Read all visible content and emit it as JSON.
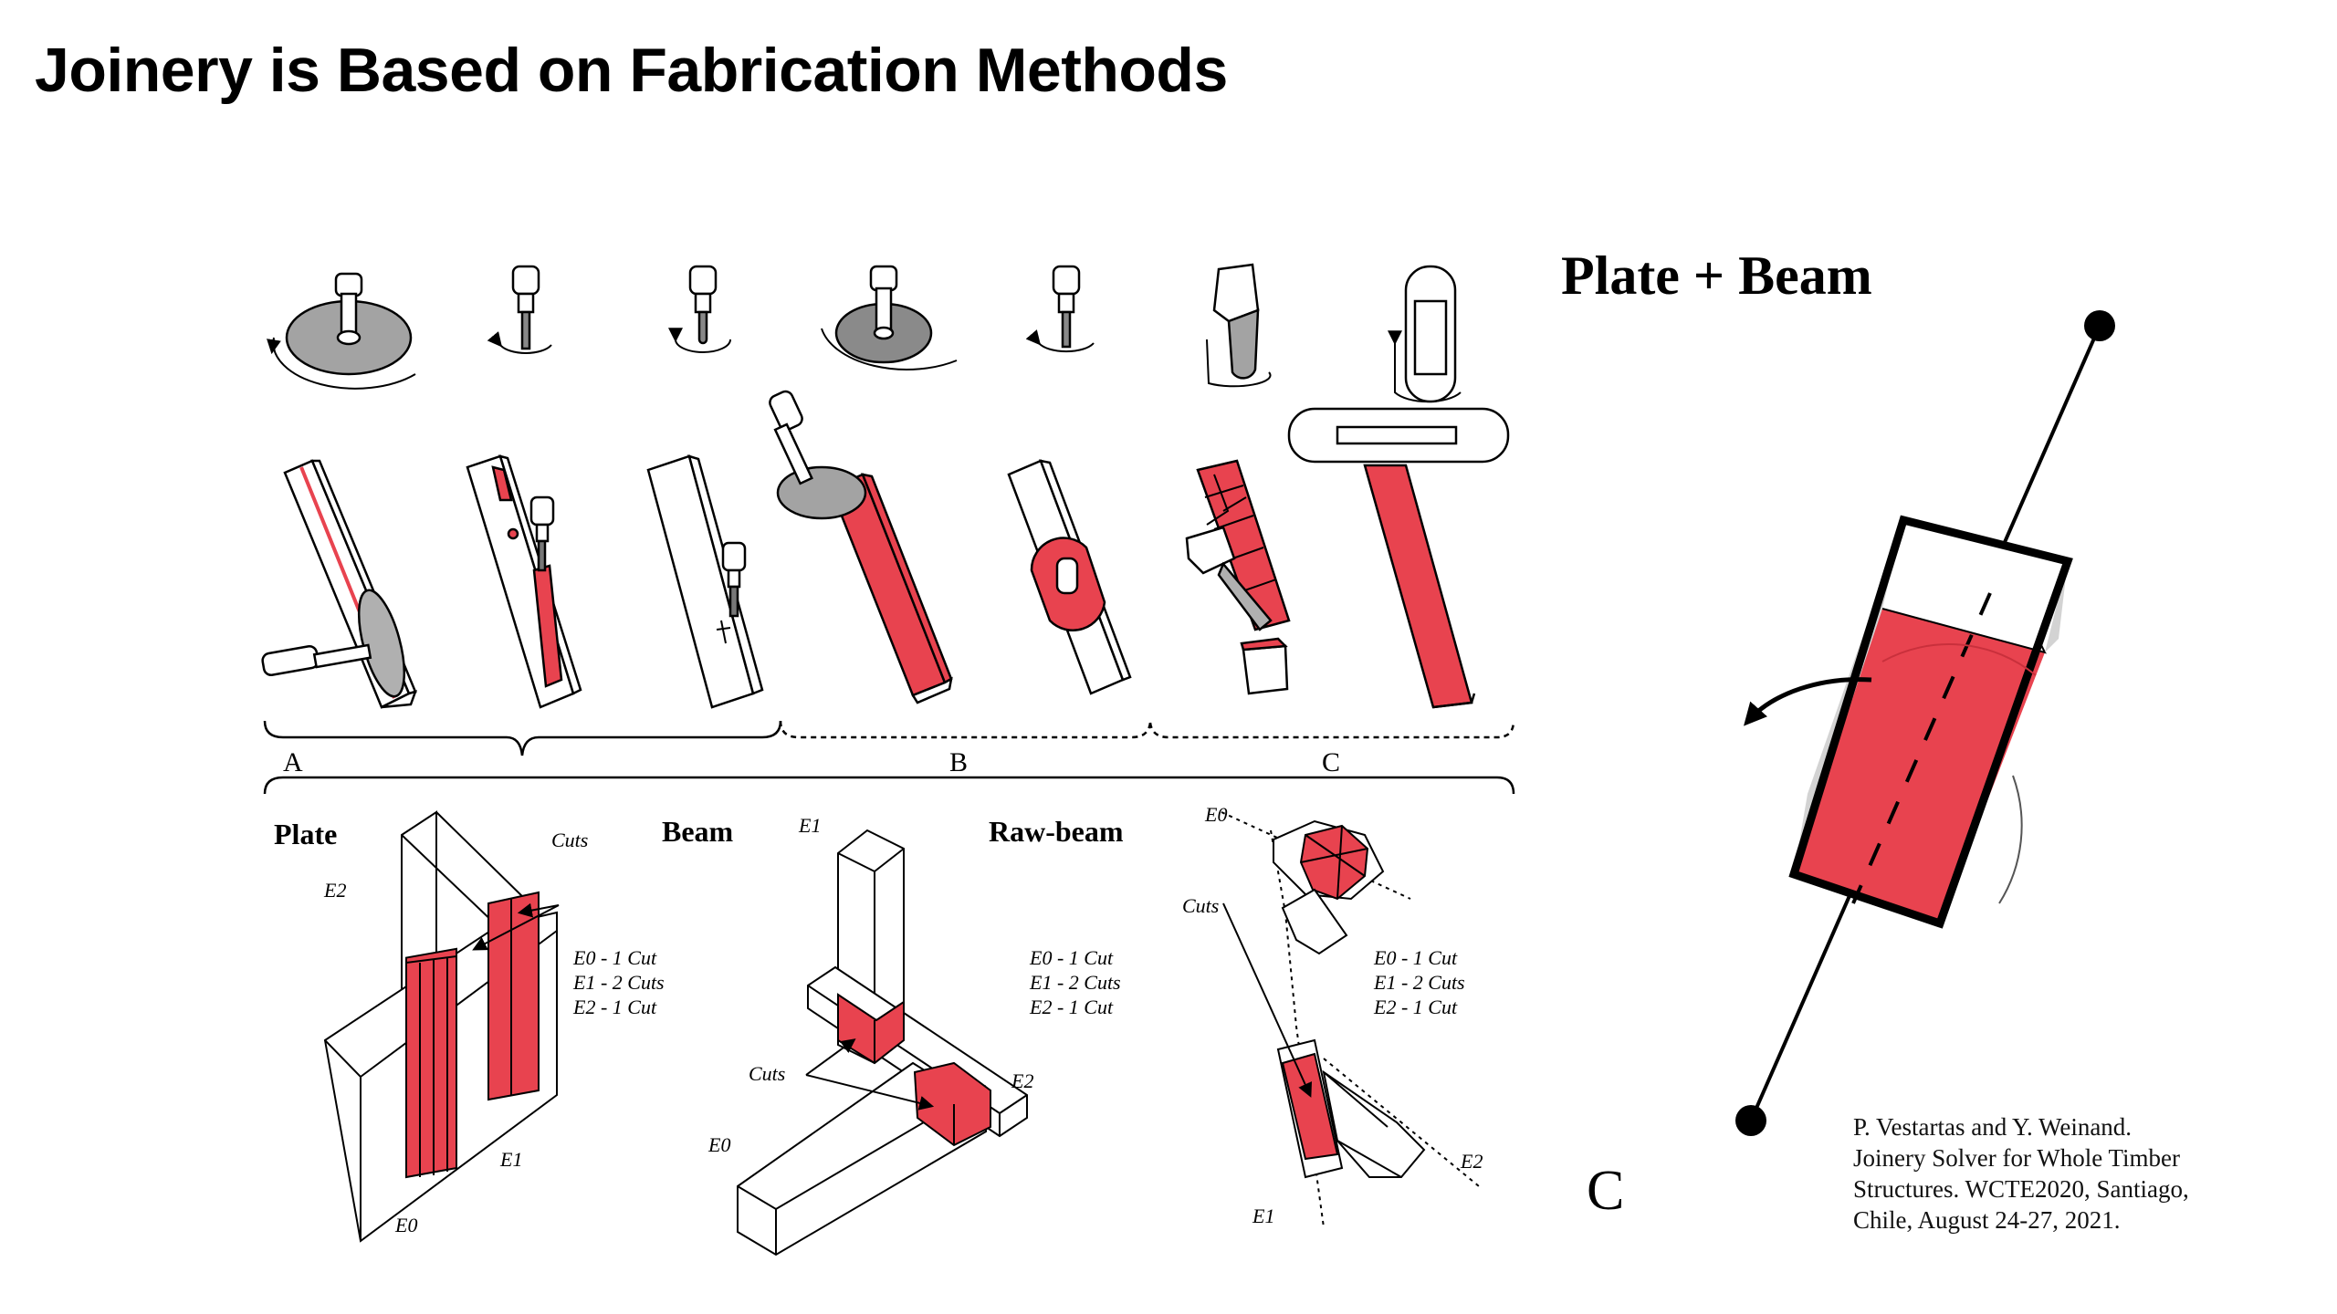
{
  "page": {
    "title": "Joinery is Based on Fabrication Methods"
  },
  "figure_left": {
    "brackets": {
      "a": "A",
      "b": "B",
      "c": "C"
    },
    "panels": {
      "plate": {
        "title": "Plate",
        "cuts_label": "Cuts",
        "axes": [
          "E2",
          "E1",
          "E0"
        ],
        "cut_counts": [
          "E0 - 1 Cut",
          "E1 - 2 Cuts",
          "E2 - 1 Cut"
        ]
      },
      "beam": {
        "title": "Beam",
        "cuts_label": "Cuts",
        "axes": [
          "E1",
          "E2",
          "E0"
        ],
        "cut_counts": [
          "E0 - 1 Cut",
          "E1 - 2 Cuts",
          "E2 - 1 Cut"
        ]
      },
      "raw_beam": {
        "title": "Raw-beam",
        "cuts_label": "Cuts",
        "axes": [
          "E0",
          "E2",
          "E1"
        ],
        "cut_counts": [
          "E0 - 1 Cut",
          "E1 - 2 Cuts",
          "E2 - 1 Cut"
        ]
      }
    }
  },
  "figure_right": {
    "title": "Plate + Beam",
    "label": "C"
  },
  "reference": {
    "lines": [
      "P. Vestartas and Y. Weinand.",
      "Joinery Solver for Whole Timber",
      "Structures. WCTE2020, Santiago,",
      "Chile, August 24-27, 2021."
    ]
  },
  "colors": {
    "accent_red": "#e8434f",
    "tool_grey": "#9a9a9a",
    "line": "#000000"
  }
}
